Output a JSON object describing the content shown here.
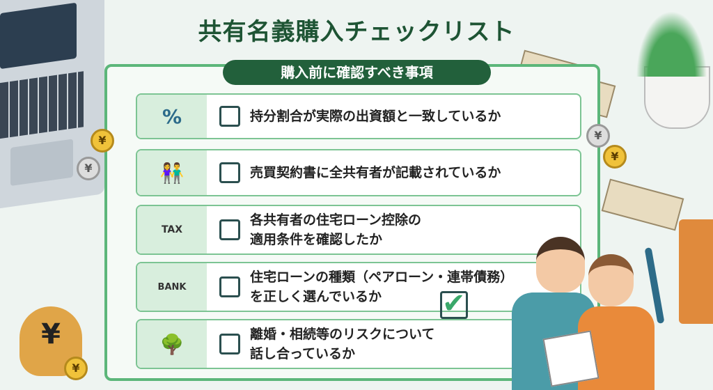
{
  "title": "共有名義購入チェックリスト",
  "subtitle": "購入前に確認すべき事項",
  "items": [
    {
      "icon": "percent-yen-icon",
      "text": "持分割合が実際の出資額と一致しているか"
    },
    {
      "icon": "couple-contract-icon",
      "text": "売買契約書に全共有者が記載されているか"
    },
    {
      "icon": "house-tax-icon",
      "text": "各共有者の住宅ローン控除の\n適用条件を確認したか"
    },
    {
      "icon": "bank-document-icon",
      "text": "住宅ローンの種類（ペアローン・連帯債務）\nを正しく選んでいるか"
    },
    {
      "icon": "family-tree-document-icon",
      "text": "離婚・相続等のリスクについて\n話し合っているか"
    }
  ],
  "decor": {
    "coin": "¥",
    "percent": "%",
    "tax": "TAX",
    "bank": "BANK"
  }
}
